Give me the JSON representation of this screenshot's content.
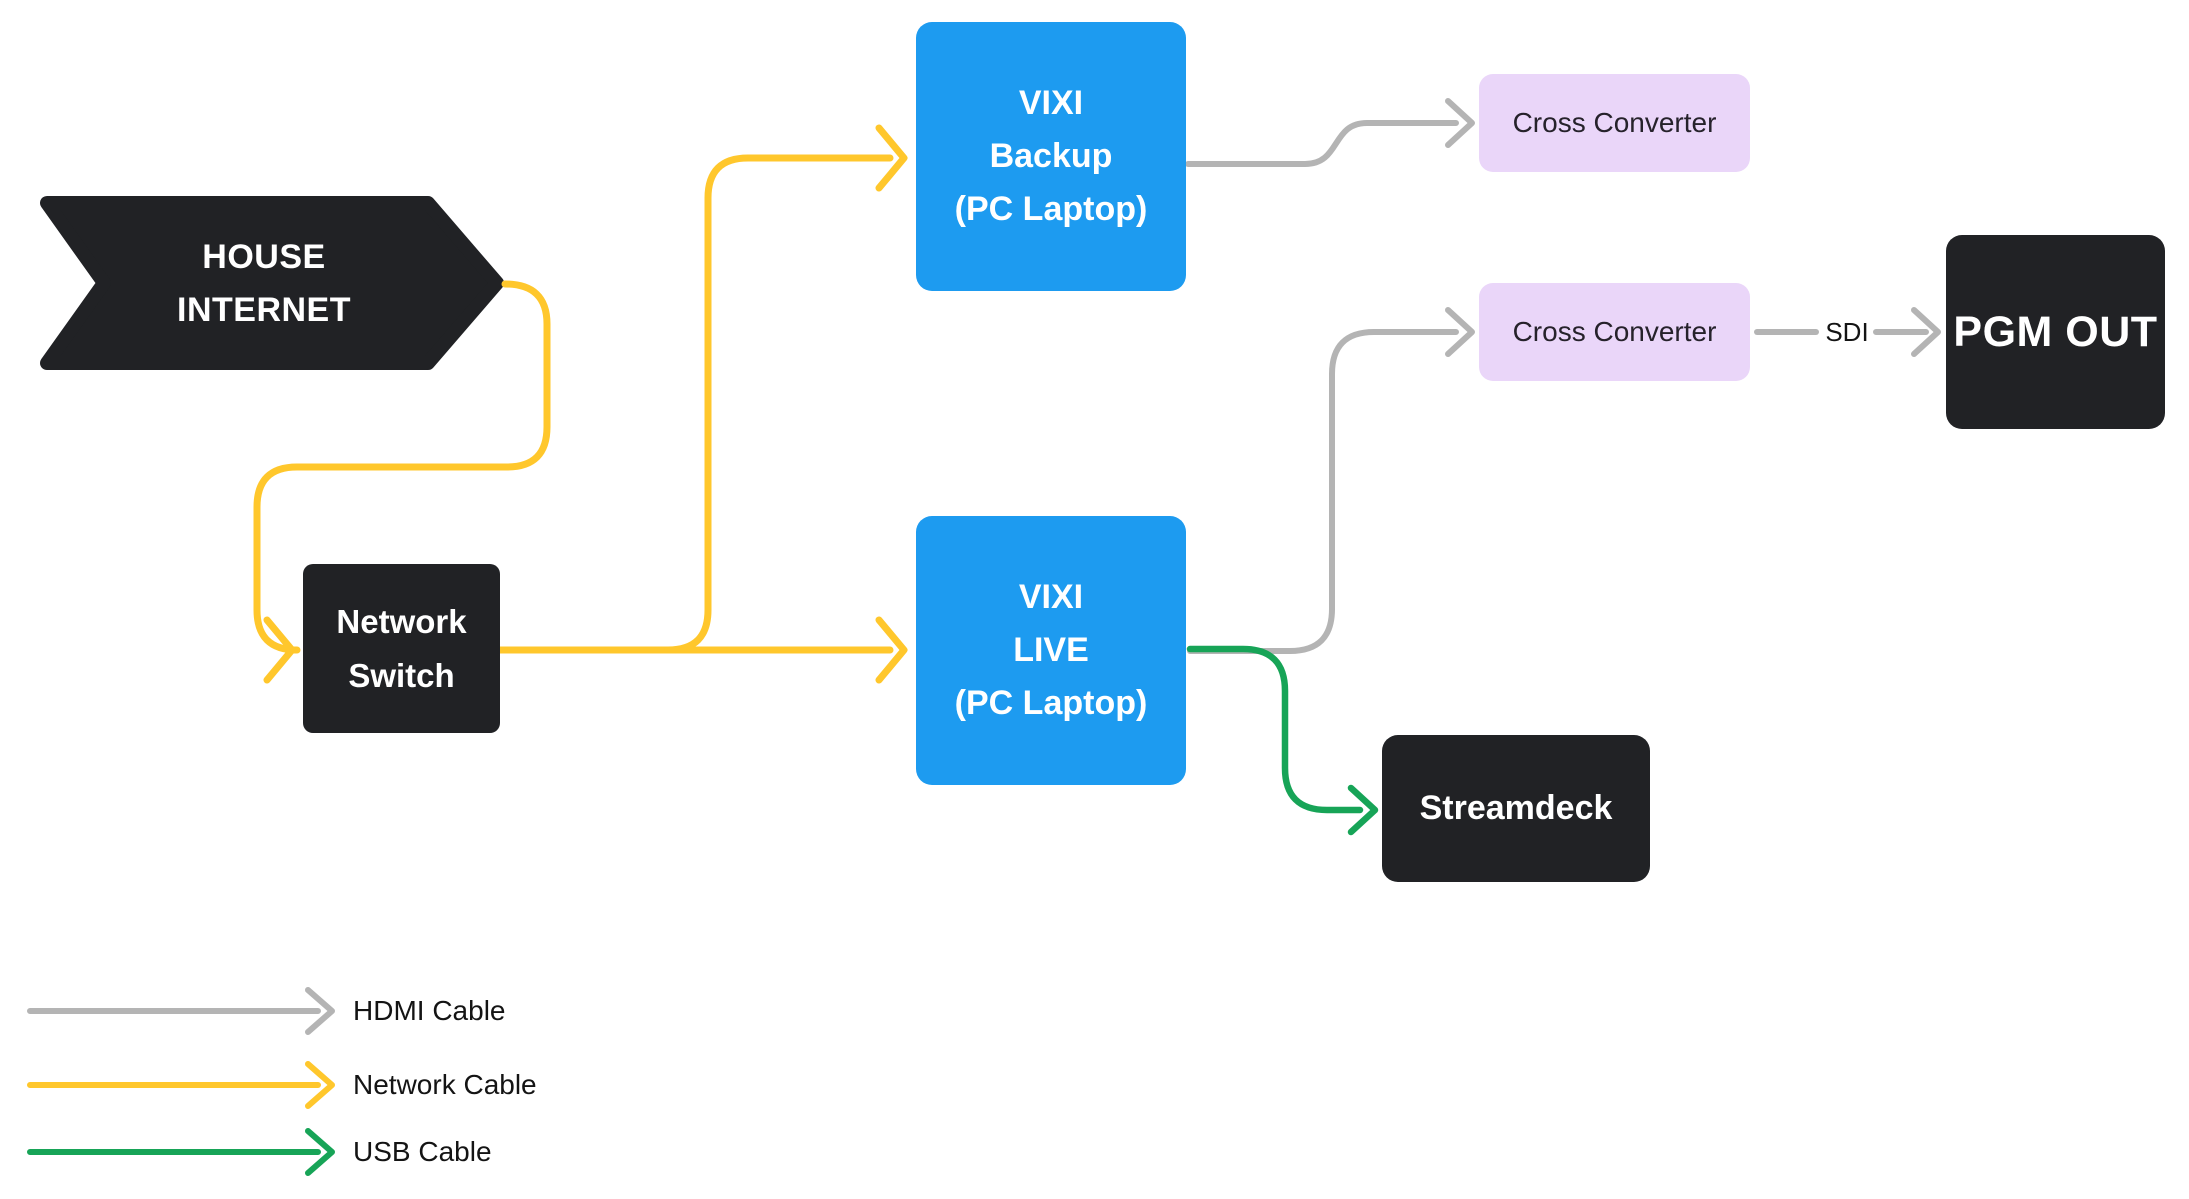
{
  "diagram": {
    "nodes": {
      "house_internet": {
        "line1": "HOUSE",
        "line2": "INTERNET"
      },
      "network_switch": {
        "line1": "Network",
        "line2": "Switch"
      },
      "vixi_backup": {
        "line1": "VIXI",
        "line2": "Backup",
        "line3": "(PC Laptop)"
      },
      "vixi_live": {
        "line1": "VIXI",
        "line2": "LIVE",
        "line3": "(PC Laptop)"
      },
      "cross_converter_top": {
        "label": "Cross Converter"
      },
      "cross_converter_bottom": {
        "label": "Cross Converter"
      },
      "pgm_out": {
        "label": "PGM OUT"
      },
      "streamdeck": {
        "label": "Streamdeck"
      }
    },
    "edge_labels": {
      "sdi": "SDI"
    },
    "legend": [
      {
        "label": "HDMI Cable",
        "color": "#B4B4B4"
      },
      {
        "label": "Network Cable",
        "color": "#FFC72C"
      },
      {
        "label": "USB Cable",
        "color": "#17A457"
      }
    ],
    "colors": {
      "background": "#ffffff",
      "node_dark": "#212225",
      "node_blue": "#1D9BF0",
      "node_purple": "#EAD6F9",
      "text_light": "#ffffff",
      "text_dark": "#26222B",
      "legend_text": "#141414",
      "hdmi_gray": "#B4B4B4",
      "network_yellow": "#FFC72C",
      "usb_green": "#17A457"
    }
  }
}
